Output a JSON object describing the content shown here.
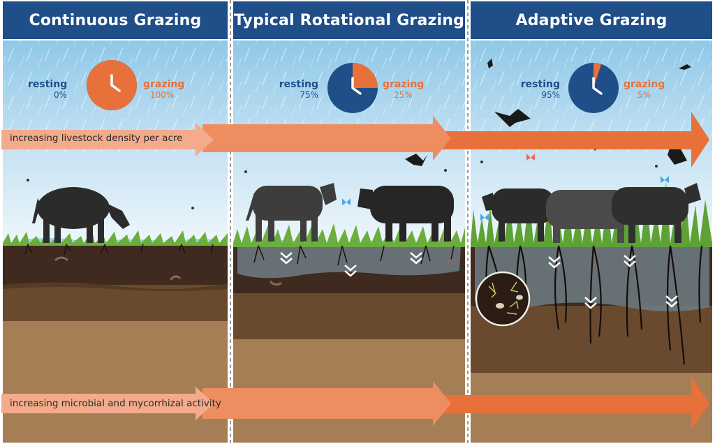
{
  "panels": [
    {
      "title": "Continuous Grazing",
      "resting_label": "resting",
      "resting_value": "0%",
      "grazing_label": "grazing",
      "grazing_value": "100%",
      "resting_fraction": 0.0,
      "grazing_fraction": 1.0
    },
    {
      "title": "Typical Rotational Grazing",
      "resting_label": "resting",
      "resting_value": "75%",
      "grazing_label": "grazing",
      "grazing_value": "25%",
      "resting_fraction": 0.75,
      "grazing_fraction": 0.25
    },
    {
      "title": "Adaptive Grazing",
      "resting_label": "resting",
      "resting_value": "95%",
      "grazing_label": "grazing",
      "grazing_value": "5%",
      "resting_fraction": 0.95,
      "grazing_fraction": 0.05
    }
  ],
  "arrows": {
    "density": "increasing livestock density per acre",
    "microbial": "increasing microbial and mycorrhizal activity"
  },
  "colors": {
    "header": "#1f4e88",
    "resting": "#1f4e88",
    "grazing": "#e8703a",
    "arrow_light": "#f0a888",
    "arrow_dark": "#e8703a"
  }
}
